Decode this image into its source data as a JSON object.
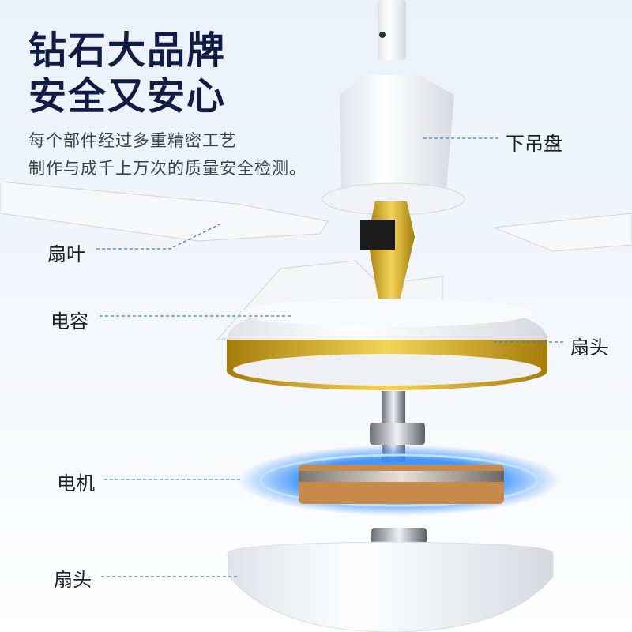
{
  "headline": {
    "line1": "钻石大品牌",
    "line2": "安全又安心"
  },
  "description": {
    "line1": "每个部件经过多重精密工艺",
    "line2": "制作与成千上万次的质量安全检测。"
  },
  "labels": {
    "canopy": "下吊盘",
    "blade": "扇叶",
    "capacitor": "电容",
    "head_top": "扇头",
    "motor": "电机",
    "head_bottom": "扇头"
  },
  "colors": {
    "headline": "#101c44",
    "leader_line": "#3a7fd6",
    "gold_band": "#c9a21c",
    "motor_glow": "#2f8cff"
  }
}
